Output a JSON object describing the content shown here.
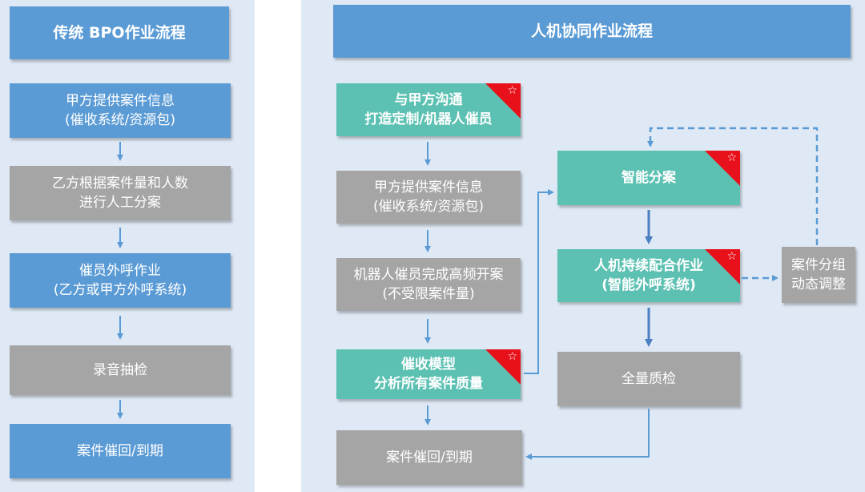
{
  "left": {
    "title": "传统 BPO作业流程",
    "steps": [
      {
        "l1": "甲方提供案件信息",
        "l2": "(催收系统/资源包)"
      },
      {
        "l1": "乙方根据案件量和人数",
        "l2": "进行人工分案"
      },
      {
        "l1": "催员外呼作业",
        "l2": "(乙方或甲方外呼系统)"
      },
      {
        "l1": "录音抽检"
      },
      {
        "l1": "案件催回/到期"
      }
    ]
  },
  "right": {
    "title": "人机协同作业流程",
    "col1": [
      {
        "l1": "与甲方沟通",
        "l2": "打造定制/机器人催员"
      },
      {
        "l1": "甲方提供案件信息",
        "l2": "(催收系统/资源包)"
      },
      {
        "l1": "机器人催员完成高频开案",
        "l2": "(不受限案件量)"
      },
      {
        "l1": "催收模型",
        "l2": "分析所有案件质量"
      },
      {
        "l1": "案件催回/到期"
      }
    ],
    "col2": [
      {
        "l1": "智能分案"
      },
      {
        "l1": "人机持续配合作业",
        "l2": "(智能外呼系统)"
      },
      {
        "l1": "全量质检"
      }
    ],
    "side": {
      "l1": "案件分组",
      "l2": "动态调整"
    }
  },
  "colors": {
    "header": "#5b9bd5",
    "blue_box": "#5b9bd5",
    "gray_box": "#a5a5a5",
    "teal_box": "#5cc1b2",
    "flag": "#e8101a",
    "panel": "#dfe9f5"
  },
  "icons": [
    "star-icon"
  ]
}
